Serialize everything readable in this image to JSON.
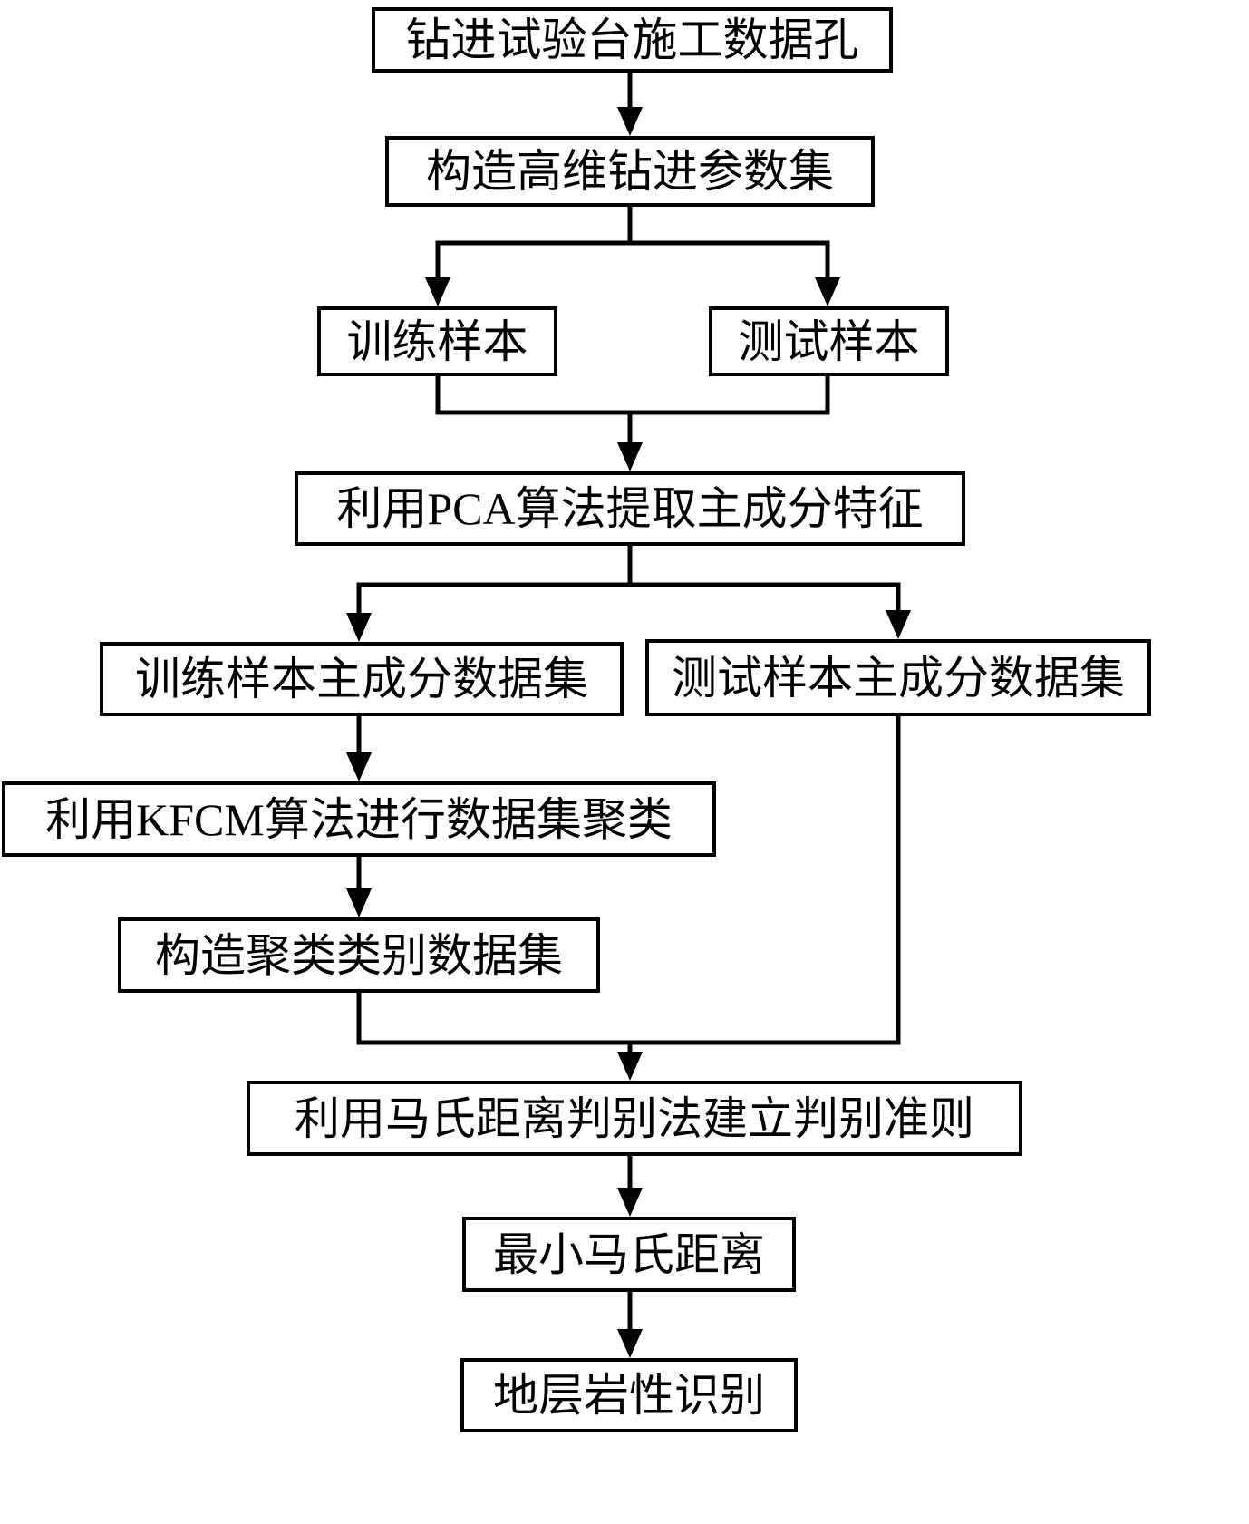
{
  "diagram": {
    "nodes": {
      "n1": {
        "label": "钻进试验台施工数据孔"
      },
      "n2": {
        "label": "构造高维钻进参数集"
      },
      "n3a": {
        "label": "训练样本"
      },
      "n3b": {
        "label": "测试样本"
      },
      "n4": {
        "label": "利用PCA算法提取主成分特征"
      },
      "n5a": {
        "label": "训练样本主成分数据集"
      },
      "n5b": {
        "label": "测试样本主成分数据集"
      },
      "n6": {
        "label": "利用KFCM算法进行数据集聚类"
      },
      "n7": {
        "label": "构造聚类类别数据集"
      },
      "n8": {
        "label": "利用马氏距离判别法建立判别准则"
      },
      "n9": {
        "label": "最小马氏距离"
      },
      "n10": {
        "label": "地层岩性识别"
      }
    },
    "colors": {
      "line": "#000000",
      "background": "#ffffff",
      "text": "#000000"
    }
  }
}
